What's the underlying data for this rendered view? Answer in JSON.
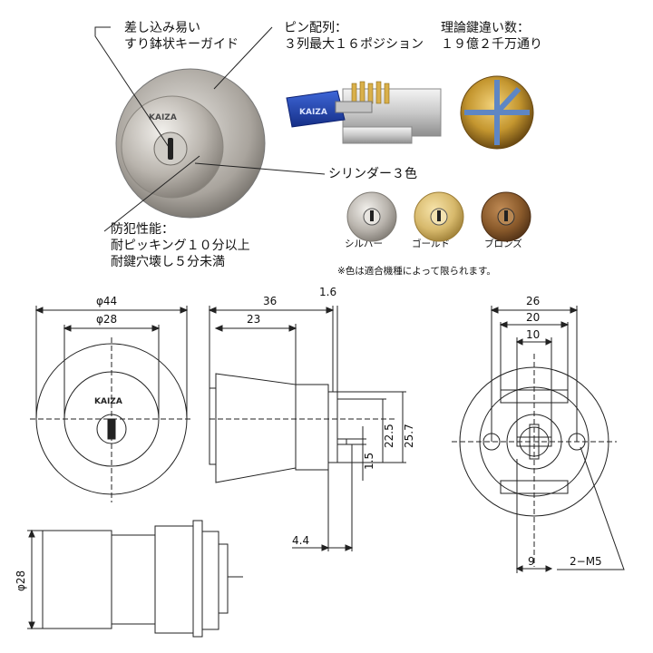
{
  "callouts": {
    "guide": [
      "差し込み易い",
      "すり鉢状キーガイド"
    ],
    "pins": [
      "ピン配列：",
      "３列最大１６ポジション"
    ],
    "keys": [
      "理論鍵違い数：",
      "１９億２千万通り"
    ],
    "colors_title": "シリンダー３色",
    "security": [
      "防犯性能：",
      "耐ピッキング１０分以上",
      "耐鍵穴壊し５分未満"
    ]
  },
  "brand": "KAIZA",
  "color_samples": [
    {
      "label": "シルバー",
      "color": "#b9b4ad"
    },
    {
      "label": "ゴールド",
      "color": "#d7b96c"
    },
    {
      "label": "ブロンズ",
      "color": "#8a5a2b"
    }
  ],
  "colors_note": "※色は適合機種によって限られます。",
  "dimensions": {
    "front_outer": "φ44",
    "front_inner": "φ28",
    "side_total": "36",
    "side_flange": "1.6",
    "side_body": "23",
    "side_h1": "25.7",
    "side_h2": "22.5",
    "side_h3": "1.5",
    "side_tail": "4.4",
    "rear_w1": "26",
    "rear_w2": "20",
    "rear_w3": "10",
    "rear_w4": "9",
    "rear_screw": "2−M5",
    "bottom_dia": "φ28"
  },
  "colors": {
    "line": "#222222",
    "key_blue": "#1d3fa8"
  }
}
